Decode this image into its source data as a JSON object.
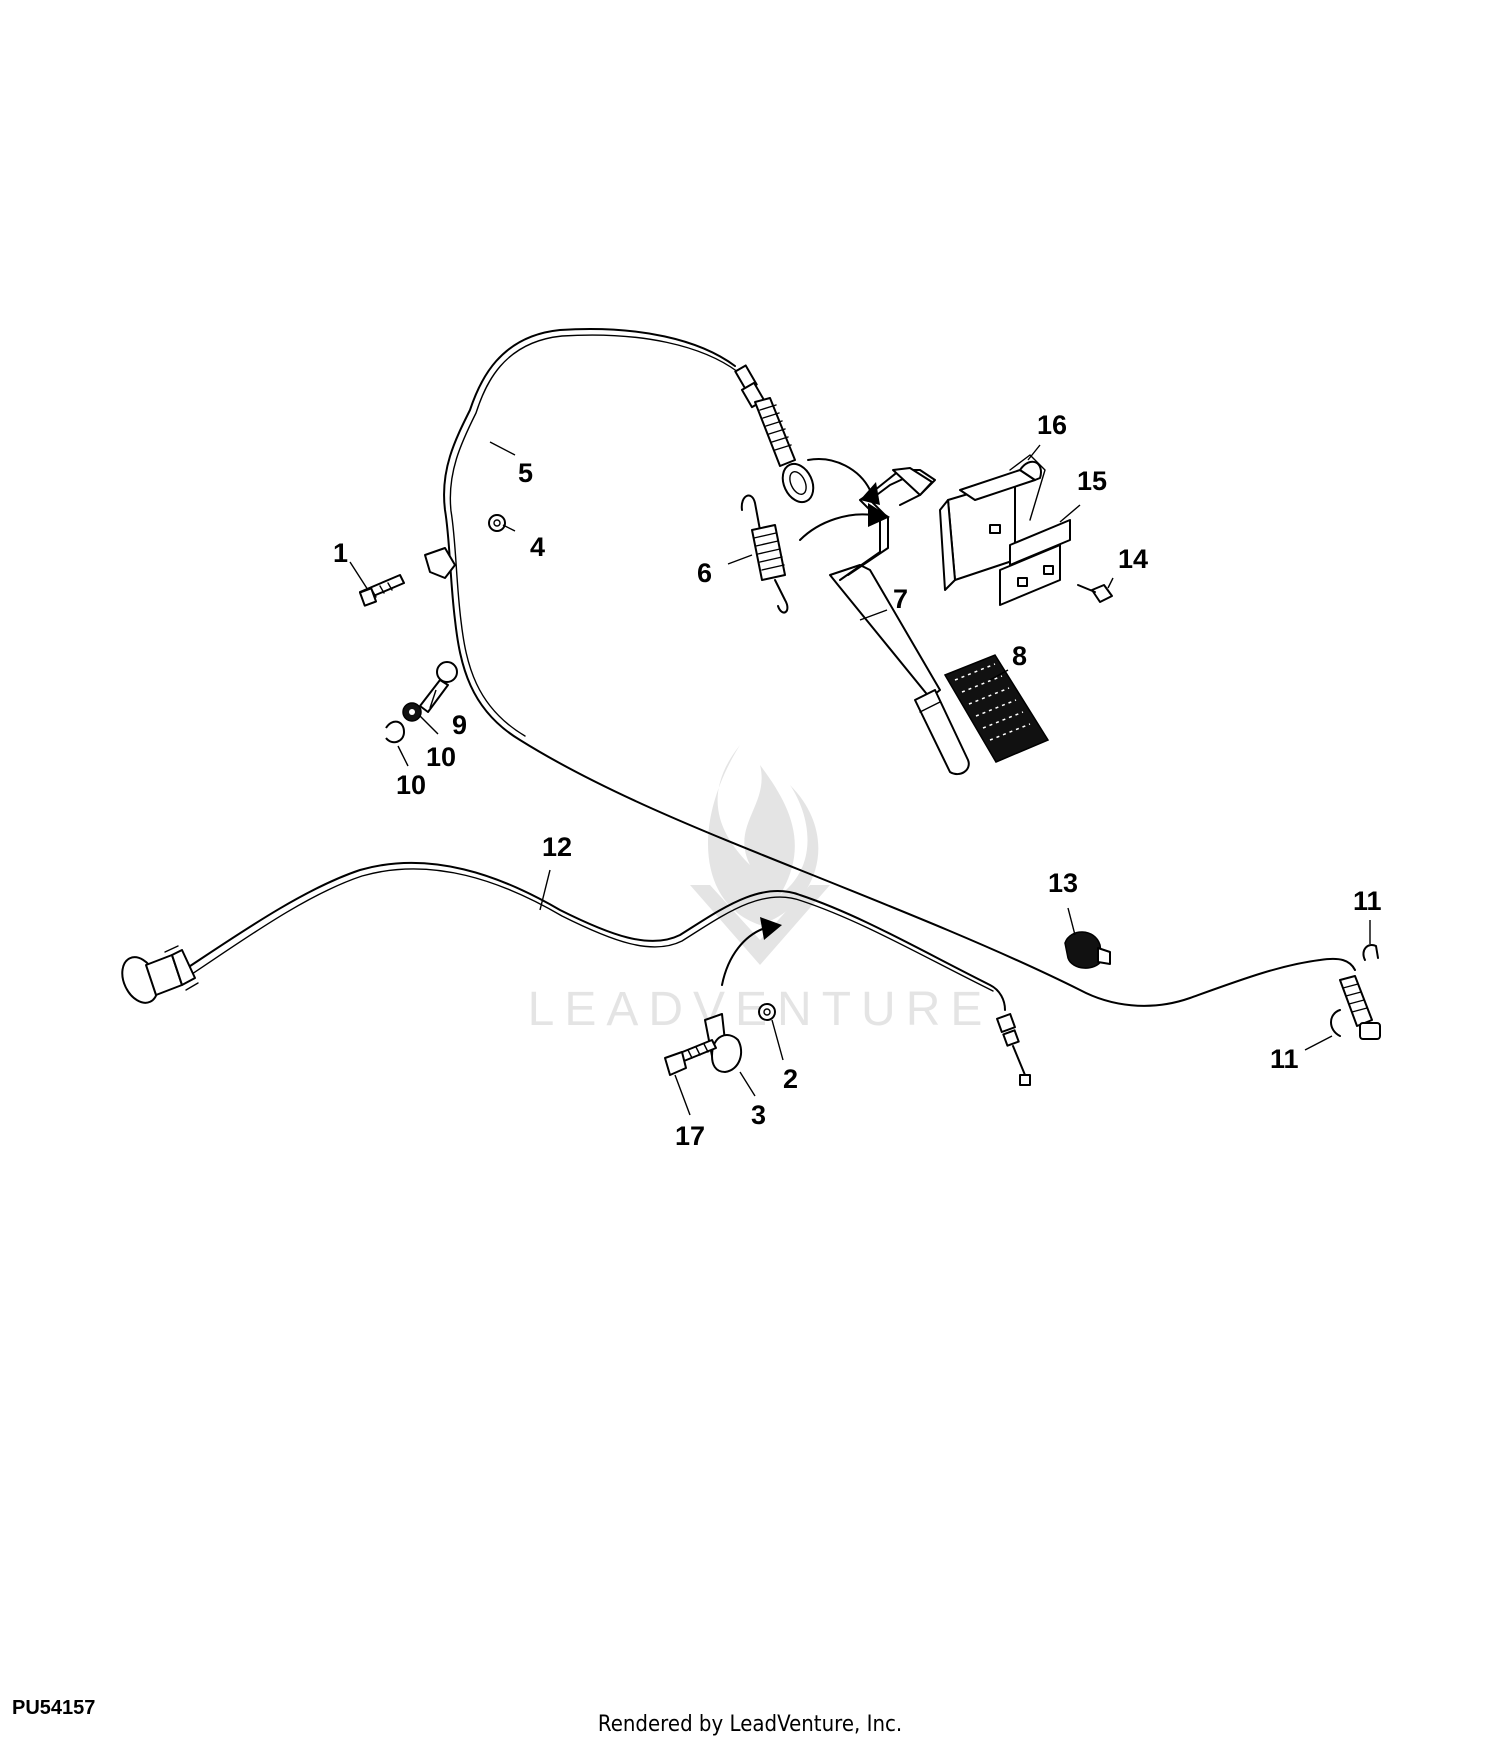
{
  "figure_id": "PU54157",
  "render_credit": "Rendered by LeadVenture, Inc.",
  "watermark": {
    "text": "LEADVENTURE",
    "color": "#000000"
  },
  "callouts": {
    "c1": "1",
    "c2": "2",
    "c3": "3",
    "c4": "4",
    "c5": "5",
    "c6": "6",
    "c7": "7",
    "c8": "8",
    "c9": "9",
    "c10a": "10",
    "c10b": "10",
    "c11a": "11",
    "c11b": "11",
    "c12": "12",
    "c13": "13",
    "c14": "14",
    "c15": "15",
    "c16": "16",
    "c17": "17"
  },
  "icons": {
    "direction_arrow": "curved-arrow",
    "line_color": "#000000"
  }
}
